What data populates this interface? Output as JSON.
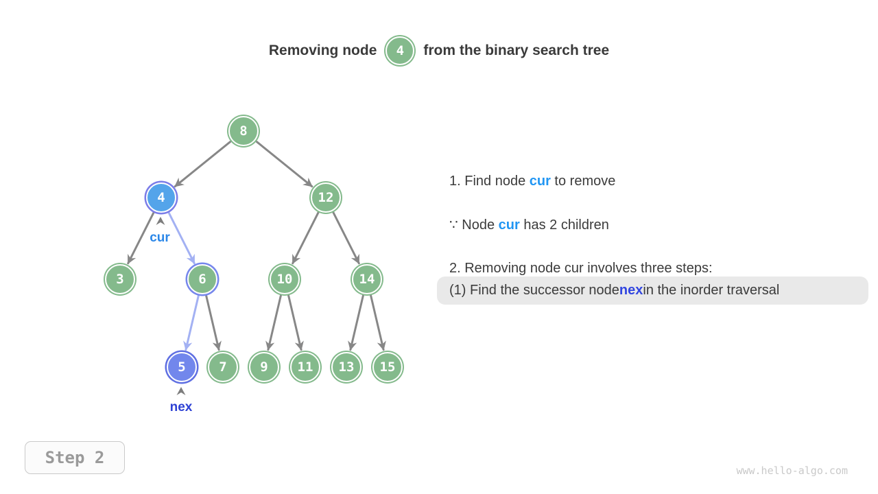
{
  "title": {
    "prefix": "Removing node",
    "node_value": "4",
    "suffix": "from the binary search tree"
  },
  "tree": {
    "nodes": [
      {
        "value": "8"
      },
      {
        "value": "4"
      },
      {
        "value": "12"
      },
      {
        "value": "3"
      },
      {
        "value": "6"
      },
      {
        "value": "10"
      },
      {
        "value": "14"
      },
      {
        "value": "5"
      },
      {
        "value": "7"
      },
      {
        "value": "9"
      },
      {
        "value": "11"
      },
      {
        "value": "13"
      },
      {
        "value": "15"
      }
    ],
    "labels": {
      "cur": "cur",
      "nex": "nex"
    }
  },
  "notes": {
    "line1": {
      "pre": "1. Find node ",
      "var": "cur",
      "post": " to remove"
    },
    "line2": {
      "pre": "∵ Node ",
      "var": "cur",
      "post": " has 2 children"
    },
    "line3": "2. Removing node cur involves three steps:",
    "line4": {
      "pre": "(1) Find the successor node ",
      "var": "nex",
      "post": " in the inorder traversal"
    }
  },
  "footer": {
    "step_label": "Step 2",
    "watermark": "www.hello-algo.com"
  },
  "colors": {
    "node_green": "#84ba8c",
    "node_cur_blue": "#54a4ea",
    "node_nex_periwinkle": "#7287ec",
    "ring_periwinkle": "#7687ec",
    "edge_gray": "#878787",
    "edge_blue": "#a3b1f3",
    "accent_cur": "#2196f3",
    "accent_nex": "#3246e0",
    "highlight_bg": "#e9e9e9",
    "text_dark": "#3b3b3b"
  }
}
